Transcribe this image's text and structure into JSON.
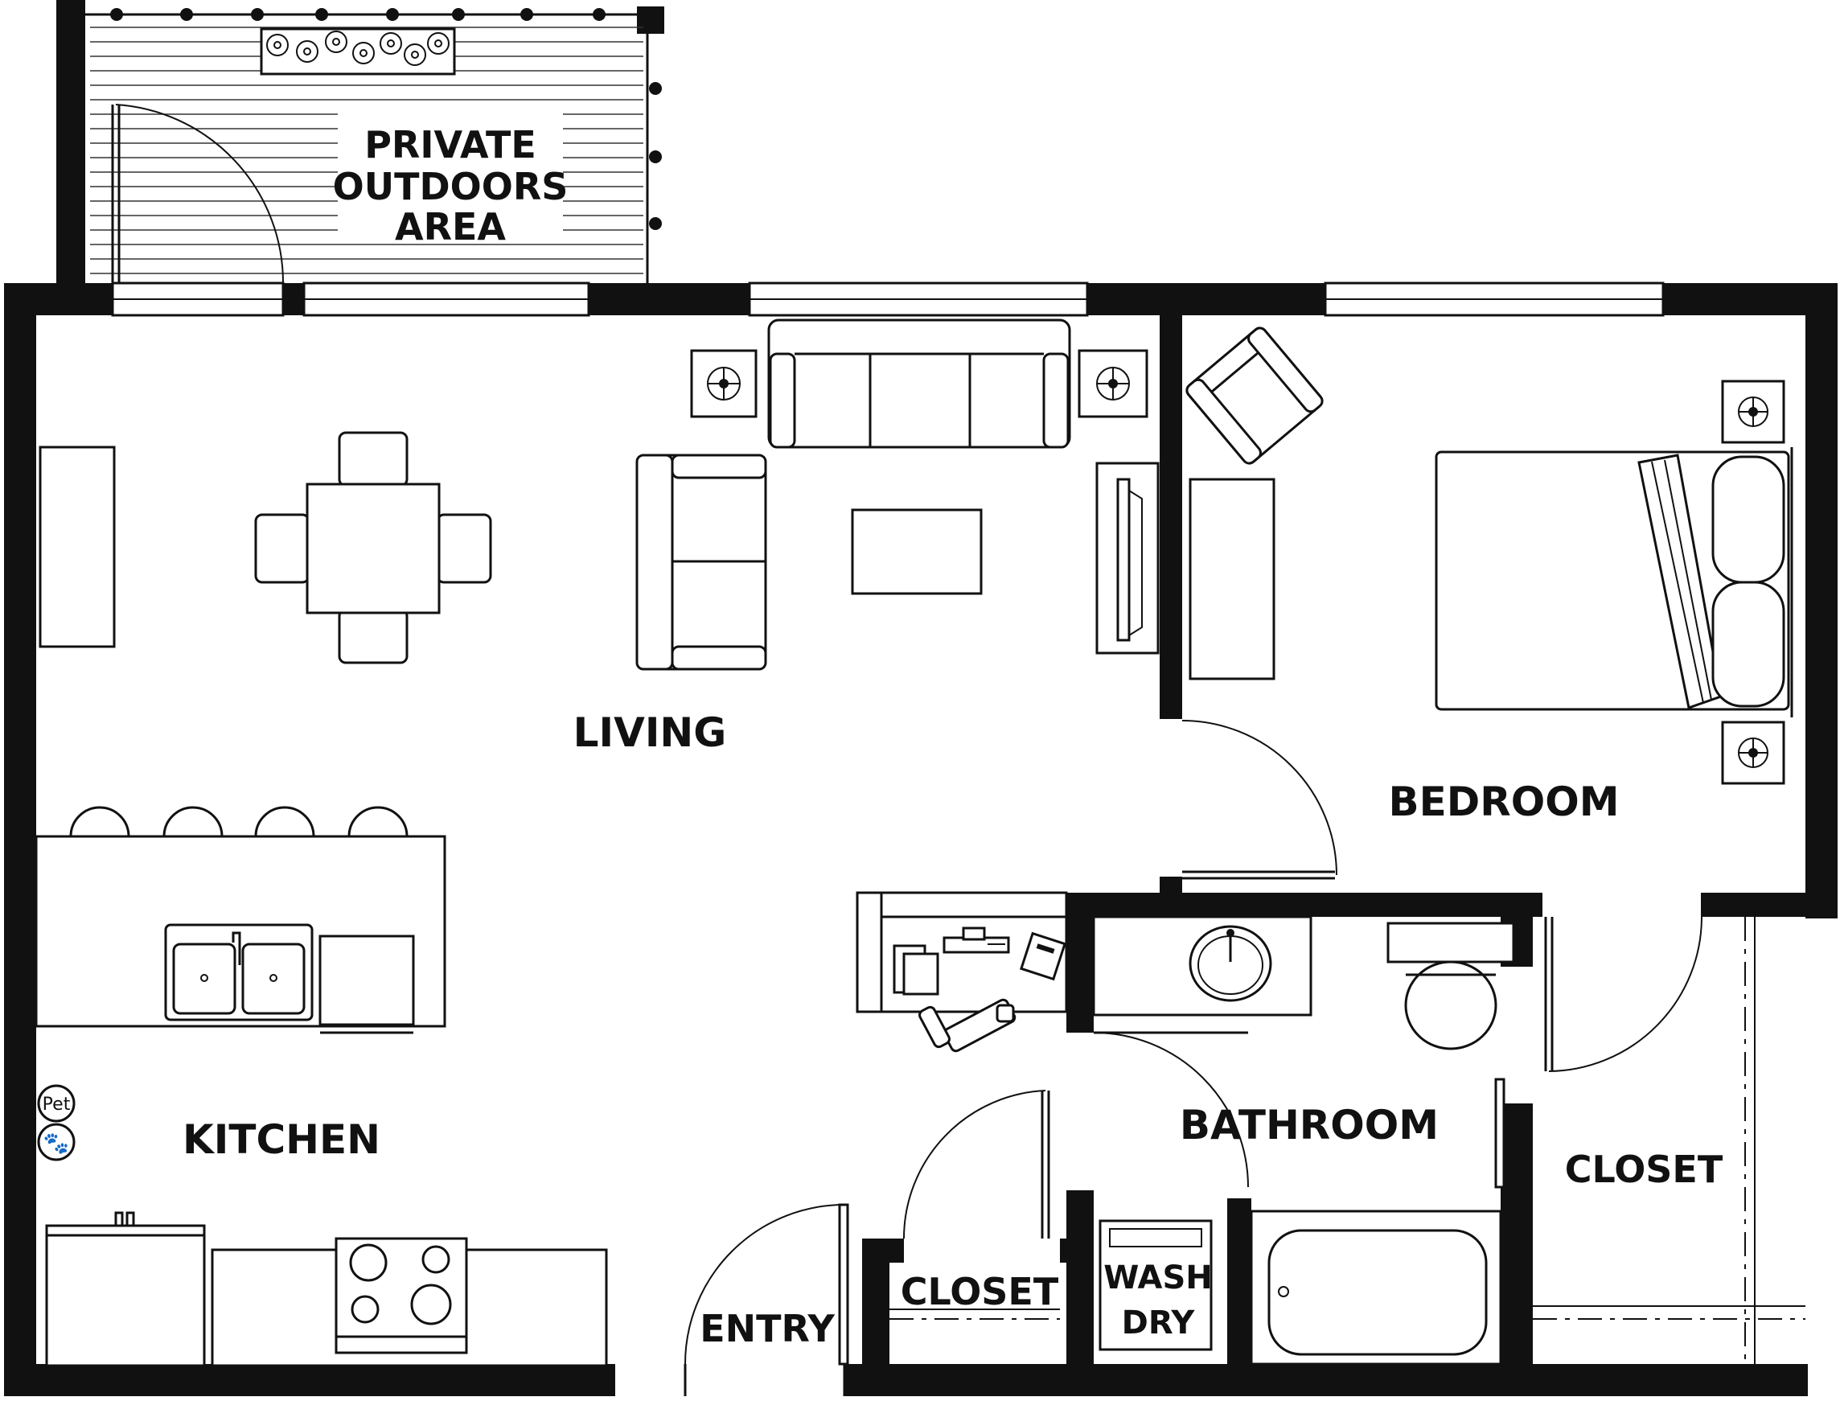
{
  "rooms": {
    "outdoor_line1": "PRIVATE",
    "outdoor_line2": "OUTDOORS",
    "outdoor_line3": "AREA",
    "living": "LIVING",
    "bedroom": "BEDROOM",
    "kitchen": "KITCHEN",
    "bathroom": "BATHROOM",
    "closet_bedroom": "CLOSET",
    "closet_entry": "CLOSET",
    "entry": "ENTRY",
    "laundry_line1": "WASH",
    "laundry_line2": "DRY"
  },
  "badges": {
    "pet": "Pet"
  },
  "colors": {
    "wall": "#111111",
    "background": "#ffffff"
  }
}
